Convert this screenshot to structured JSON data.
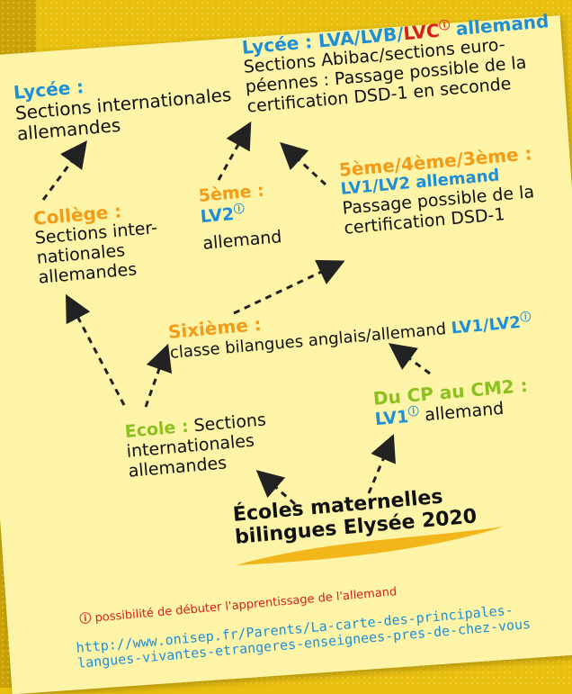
{
  "nodes": {
    "lycee_left": {
      "title": "Lycée :",
      "lines": [
        "Sections internationales",
        "allemandes"
      ]
    },
    "lycee_right": {
      "title_prefix": "Lycée : LVA/LVB/",
      "title_lvc": "LVC",
      "title_suffix": "allemand",
      "lines": [
        "Sections Abibac/sections euro-",
        "péennes : Passage possible de la",
        "certification DSD-1 en seconde"
      ]
    },
    "college": {
      "title": "Collège :",
      "lines": [
        "Sections inter-",
        "nationales",
        "allemandes"
      ]
    },
    "cinquieme": {
      "title": "5ème :",
      "lv": "LV2",
      "line": "allemand"
    },
    "cinq_quatre_trois": {
      "title": "5ème/4ème/3ème :",
      "lv": "LV1/LV2 allemand",
      "lines": [
        "Passage possible de la",
        "certification DSD-1"
      ]
    },
    "sixieme": {
      "title": "Sixième :",
      "text": "classe bilangues anglais/allemand",
      "lv": "LV1/LV2"
    },
    "ecole": {
      "title": "Ecole :",
      "title_rest": "Sections",
      "lines": [
        "internationales",
        "allemandes"
      ]
    },
    "cp_cm2": {
      "title": "Du CP au CM2 :",
      "lv": "LV1",
      "line": "allemand"
    },
    "maternelles": {
      "lines": [
        "Écoles maternelles",
        "bilingues Elysée 2020"
      ]
    }
  },
  "footnote": {
    "symbol": "ⓘ",
    "text": "possibilité de débuter l'apprentissage de l'allemand",
    "url_line1": "http://www.onisep.fr/Parents/La-carte-des-principales-",
    "url_line2": "langues-vivantes-etrangeres-enseignees-pres-de-chez-vous"
  },
  "colors": {
    "background": "#e9bf10",
    "paper": "#fdf4a8",
    "orange": "#f39b16",
    "blue": "#1e8fd6",
    "green": "#8cbf20",
    "red": "#d62020",
    "swoosh": "#f2b51a"
  }
}
